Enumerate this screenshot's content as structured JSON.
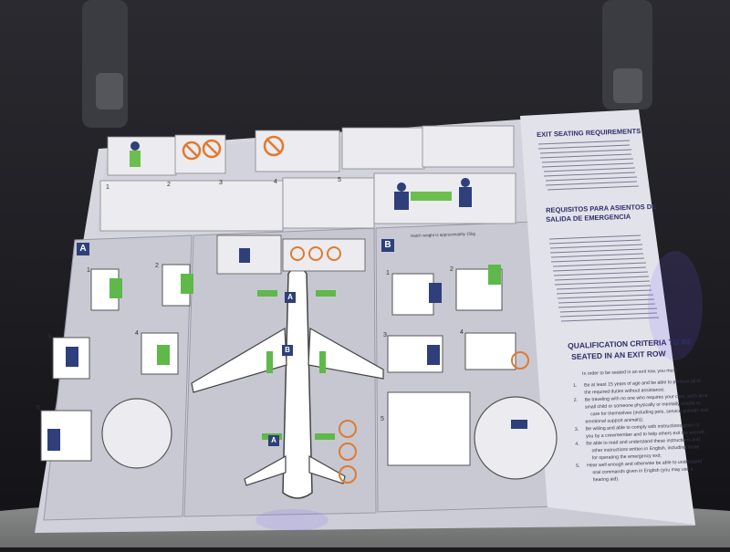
{
  "card": {
    "panel_a_label": "A",
    "panel_b_label": "B",
    "exit_markers": [
      "A",
      "B",
      "A"
    ],
    "step_numbers_a": [
      "1",
      "2",
      "3",
      "4",
      "5"
    ],
    "step_numbers_b": [
      "1",
      "2",
      "3",
      "4",
      "5"
    ],
    "top_step_numbers": [
      "1",
      "2",
      "3",
      "4",
      "5"
    ],
    "weight_note": "Hatch weight is approximately 15kg",
    "english_header": "EXIT SEATING REQUIREMENTS",
    "spanish_header_line1": "REQUISITOS PARA ASIENTOS DE",
    "spanish_header_line2": "SALIDA DE EMERGENCIA",
    "qual_header_line1": "QUALIFICATION CRITERIA TO BE",
    "qual_header_line2": "SEATED IN AN EXIT ROW",
    "intro": "In order to be seated in an exit row, you must:",
    "criteria": [
      "Be at least 15 years of age and be able to perform all of",
      "the required duties without assistance;",
      "Be traveling with no one who requires your care, such as a",
      "small child or someone physically or mentally unable to",
      "care for themselves (including pets, service animals and",
      "emotional support animals);",
      "Be willing and able to comply with instructions given to",
      "you by a crewmember and to help others exit the aircraft;",
      "Be able to read and understand these instructions and",
      "other instructions written in English, including those",
      "for operating the emergency exit;",
      "Hear well enough and otherwise be able to understand",
      "oral commands given in English (you may use a",
      "hearing aid)."
    ],
    "criteria_numbers": [
      "1.",
      "2.",
      "3.",
      "4.",
      "5."
    ]
  },
  "colors": {
    "card": "#dcdce4",
    "panel": "#cfd0d8",
    "accent_green": "#5fb84a",
    "navy": "#2d2f6a",
    "prohibited_orange": "#e07a2e"
  }
}
